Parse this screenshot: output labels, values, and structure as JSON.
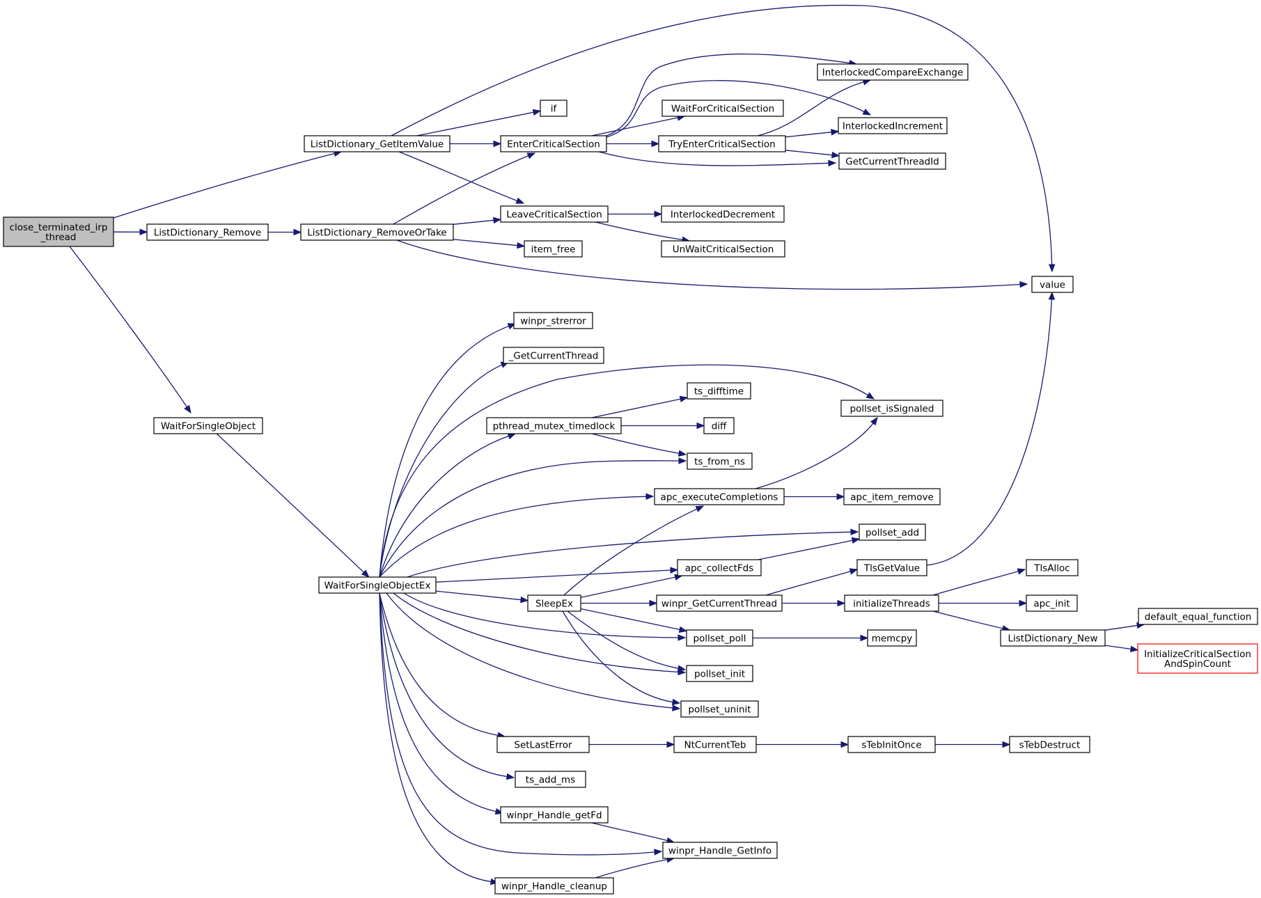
{
  "nodes": {
    "close_terminated_irp_thread": {
      "lines": [
        "close_terminated_irp",
        "_thread"
      ],
      "root": true
    },
    "ListDictionary_GetItemValue": {
      "lines": [
        "ListDictionary_GetItemValue"
      ]
    },
    "ListDictionary_Remove": {
      "lines": [
        "ListDictionary_Remove"
      ]
    },
    "WaitForSingleObject": {
      "lines": [
        "WaitForSingleObject"
      ]
    },
    "value": {
      "lines": [
        "value"
      ]
    },
    "if": {
      "lines": [
        "if"
      ]
    },
    "EnterCriticalSection": {
      "lines": [
        "EnterCriticalSection"
      ]
    },
    "LeaveCriticalSection": {
      "lines": [
        "LeaveCriticalSection"
      ]
    },
    "InterlockedCompareExchange": {
      "lines": [
        "InterlockedCompareExchange"
      ]
    },
    "WaitForCriticalSection": {
      "lines": [
        "WaitForCriticalSection"
      ]
    },
    "InterlockedIncrement": {
      "lines": [
        "InterlockedIncrement"
      ]
    },
    "TryEnterCriticalSection": {
      "lines": [
        "TryEnterCriticalSection"
      ]
    },
    "GetCurrentThreadId": {
      "lines": [
        "GetCurrentThreadId"
      ]
    },
    "InterlockedDecrement": {
      "lines": [
        "InterlockedDecrement"
      ]
    },
    "UnWaitCriticalSection": {
      "lines": [
        "UnWaitCriticalSection"
      ]
    },
    "ListDictionary_RemoveOrTake": {
      "lines": [
        "ListDictionary_RemoveOrTake"
      ]
    },
    "item_free": {
      "lines": [
        "item_free"
      ]
    },
    "WaitForSingleObjectEx": {
      "lines": [
        "WaitForSingleObjectEx"
      ]
    },
    "winpr_strerror": {
      "lines": [
        "winpr_strerror"
      ]
    },
    "_GetCurrentThread": {
      "lines": [
        "_GetCurrentThread"
      ]
    },
    "pthread_mutex_timedlock": {
      "lines": [
        "pthread_mutex_timedlock"
      ]
    },
    "ts_difftime": {
      "lines": [
        "ts_difftime"
      ]
    },
    "diff": {
      "lines": [
        "diff"
      ]
    },
    "ts_from_ns": {
      "lines": [
        "ts_from_ns"
      ]
    },
    "pollset_isSignaled": {
      "lines": [
        "pollset_isSignaled"
      ]
    },
    "apc_executeCompletions": {
      "lines": [
        "apc_executeCompletions"
      ]
    },
    "apc_item_remove": {
      "lines": [
        "apc_item_remove"
      ]
    },
    "pollset_add": {
      "lines": [
        "pollset_add"
      ]
    },
    "apc_collectFds": {
      "lines": [
        "apc_collectFds"
      ]
    },
    "TlsGetValue": {
      "lines": [
        "TlsGetValue"
      ]
    },
    "TlsAlloc": {
      "lines": [
        "TlsAlloc"
      ]
    },
    "SleepEx": {
      "lines": [
        "SleepEx"
      ]
    },
    "winpr_GetCurrentThread": {
      "lines": [
        "winpr_GetCurrentThread"
      ]
    },
    "initializeThreads": {
      "lines": [
        "initializeThreads"
      ]
    },
    "apc_init": {
      "lines": [
        "apc_init"
      ]
    },
    "default_equal_function": {
      "lines": [
        "default_equal_function"
      ]
    },
    "ListDictionary_New": {
      "lines": [
        "ListDictionary_New"
      ]
    },
    "InitializeCriticalSectionAndSpinCount": {
      "lines": [
        "InitializeCriticalSection",
        "AndSpinCount"
      ],
      "missing": true
    },
    "pollset_poll": {
      "lines": [
        "pollset_poll"
      ]
    },
    "memcpy": {
      "lines": [
        "memcpy"
      ]
    },
    "pollset_init": {
      "lines": [
        "pollset_init"
      ]
    },
    "pollset_uninit": {
      "lines": [
        "pollset_uninit"
      ]
    },
    "SetLastError": {
      "lines": [
        "SetLastError"
      ]
    },
    "NtCurrentTeb": {
      "lines": [
        "NtCurrentTeb"
      ]
    },
    "sTebInitOnce": {
      "lines": [
        "sTebInitOnce"
      ]
    },
    "sTebDestruct": {
      "lines": [
        "sTebDestruct"
      ]
    },
    "ts_add_ms": {
      "lines": [
        "ts_add_ms"
      ]
    },
    "winpr_Handle_getFd": {
      "lines": [
        "winpr_Handle_getFd"
      ]
    },
    "winpr_Handle_GetInfo": {
      "lines": [
        "winpr_Handle_GetInfo"
      ]
    },
    "winpr_Handle_cleanup": {
      "lines": [
        "winpr_Handle_cleanup"
      ]
    }
  },
  "edges": [
    [
      "close_terminated_irp_thread",
      "ListDictionary_GetItemValue"
    ],
    [
      "close_terminated_irp_thread",
      "ListDictionary_Remove"
    ],
    [
      "close_terminated_irp_thread",
      "WaitForSingleObject"
    ],
    [
      "ListDictionary_GetItemValue",
      "value"
    ],
    [
      "ListDictionary_GetItemValue",
      "if"
    ],
    [
      "ListDictionary_GetItemValue",
      "EnterCriticalSection"
    ],
    [
      "ListDictionary_GetItemValue",
      "LeaveCriticalSection"
    ],
    [
      "EnterCriticalSection",
      "InterlockedCompareExchange"
    ],
    [
      "EnterCriticalSection",
      "InterlockedIncrement"
    ],
    [
      "EnterCriticalSection",
      "WaitForCriticalSection"
    ],
    [
      "EnterCriticalSection",
      "TryEnterCriticalSection"
    ],
    [
      "EnterCriticalSection",
      "GetCurrentThreadId"
    ],
    [
      "TryEnterCriticalSection",
      "InterlockedCompareExchange"
    ],
    [
      "TryEnterCriticalSection",
      "InterlockedIncrement"
    ],
    [
      "TryEnterCriticalSection",
      "GetCurrentThreadId"
    ],
    [
      "LeaveCriticalSection",
      "InterlockedDecrement"
    ],
    [
      "LeaveCriticalSection",
      "UnWaitCriticalSection"
    ],
    [
      "ListDictionary_Remove",
      "ListDictionary_RemoveOrTake"
    ],
    [
      "ListDictionary_RemoveOrTake",
      "EnterCriticalSection"
    ],
    [
      "ListDictionary_RemoveOrTake",
      "LeaveCriticalSection"
    ],
    [
      "ListDictionary_RemoveOrTake",
      "item_free"
    ],
    [
      "ListDictionary_RemoveOrTake",
      "value"
    ],
    [
      "WaitForSingleObject",
      "WaitForSingleObjectEx"
    ],
    [
      "WaitForSingleObjectEx",
      "winpr_strerror"
    ],
    [
      "WaitForSingleObjectEx",
      "_GetCurrentThread"
    ],
    [
      "WaitForSingleObjectEx",
      "pollset_isSignaled"
    ],
    [
      "WaitForSingleObjectEx",
      "pthread_mutex_timedlock"
    ],
    [
      "WaitForSingleObjectEx",
      "ts_from_ns"
    ],
    [
      "WaitForSingleObjectEx",
      "apc_executeCompletions"
    ],
    [
      "WaitForSingleObjectEx",
      "pollset_add"
    ],
    [
      "WaitForSingleObjectEx",
      "apc_collectFds"
    ],
    [
      "WaitForSingleObjectEx",
      "SleepEx"
    ],
    [
      "WaitForSingleObjectEx",
      "pollset_poll"
    ],
    [
      "WaitForSingleObjectEx",
      "pollset_init"
    ],
    [
      "WaitForSingleObjectEx",
      "pollset_uninit"
    ],
    [
      "WaitForSingleObjectEx",
      "SetLastError"
    ],
    [
      "WaitForSingleObjectEx",
      "ts_add_ms"
    ],
    [
      "WaitForSingleObjectEx",
      "winpr_Handle_getFd"
    ],
    [
      "WaitForSingleObjectEx",
      "winpr_Handle_GetInfo"
    ],
    [
      "WaitForSingleObjectEx",
      "winpr_Handle_cleanup"
    ],
    [
      "pthread_mutex_timedlock",
      "ts_difftime"
    ],
    [
      "pthread_mutex_timedlock",
      "diff"
    ],
    [
      "pthread_mutex_timedlock",
      "ts_from_ns"
    ],
    [
      "apc_executeCompletions",
      "pollset_isSignaled"
    ],
    [
      "apc_executeCompletions",
      "apc_item_remove"
    ],
    [
      "apc_collectFds",
      "pollset_add"
    ],
    [
      "SleepEx",
      "apc_executeCompletions"
    ],
    [
      "SleepEx",
      "apc_collectFds"
    ],
    [
      "SleepEx",
      "winpr_GetCurrentThread"
    ],
    [
      "SleepEx",
      "pollset_poll"
    ],
    [
      "SleepEx",
      "pollset_init"
    ],
    [
      "SleepEx",
      "pollset_uninit"
    ],
    [
      "winpr_GetCurrentThread",
      "TlsGetValue"
    ],
    [
      "winpr_GetCurrentThread",
      "initializeThreads"
    ],
    [
      "TlsGetValue",
      "value"
    ],
    [
      "initializeThreads",
      "TlsAlloc"
    ],
    [
      "initializeThreads",
      "apc_init"
    ],
    [
      "initializeThreads",
      "ListDictionary_New"
    ],
    [
      "ListDictionary_New",
      "default_equal_function"
    ],
    [
      "ListDictionary_New",
      "InitializeCriticalSectionAndSpinCount"
    ],
    [
      "pollset_poll",
      "memcpy"
    ],
    [
      "SetLastError",
      "NtCurrentTeb"
    ],
    [
      "NtCurrentTeb",
      "sTebInitOnce"
    ],
    [
      "sTebInitOnce",
      "sTebDestruct"
    ],
    [
      "winpr_Handle_getFd",
      "winpr_Handle_GetInfo"
    ],
    [
      "winpr_Handle_cleanup",
      "winpr_Handle_GetInfo"
    ]
  ]
}
